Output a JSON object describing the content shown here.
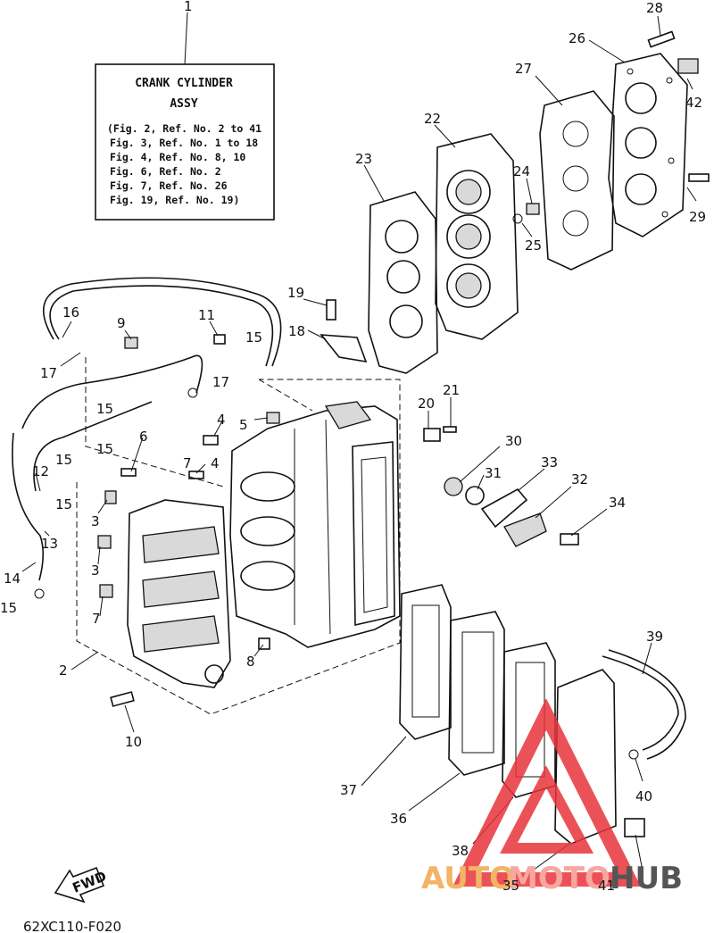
{
  "info_box": {
    "title_line1": "CRANK CYLINDER",
    "title_line2": "ASSY",
    "refs": [
      "(Fig. 2, Ref. No. 2 to 41",
      "Fig. 3, Ref. No. 1 to 18",
      "Fig. 4, Ref. No. 8, 10",
      "Fig. 6, Ref. No. 2",
      "Fig. 7, Ref. No. 26",
      "Fig. 19, Ref. No. 19)"
    ]
  },
  "callouts": {
    "c1": "1",
    "c2": "2",
    "c3a": "3",
    "c3b": "3",
    "c4a": "4",
    "c4b": "4",
    "c5": "5",
    "c6": "6",
    "c7a": "7",
    "c7b": "7",
    "c8": "8",
    "c9": "9",
    "c10": "10",
    "c11": "11",
    "c12": "12",
    "c13": "13",
    "c14": "14",
    "c15a": "15",
    "c15b": "15",
    "c15c": "15",
    "c15d": "15",
    "c15e": "15",
    "c15f": "15",
    "c16": "16",
    "c17a": "17",
    "c17b": "17",
    "c18": "18",
    "c19": "19",
    "c20": "20",
    "c21": "21",
    "c22": "22",
    "c23": "23",
    "c24": "24",
    "c25": "25",
    "c26": "26",
    "c27": "27",
    "c28": "28",
    "c29": "29",
    "c30": "30",
    "c31": "31",
    "c32": "32",
    "c33": "33",
    "c34": "34",
    "c35": "35",
    "c36": "36",
    "c37": "37",
    "c38": "38",
    "c39": "39",
    "c40": "40",
    "c41": "41",
    "c42": "42"
  },
  "fwd_label": "FWD",
  "diagram_code": "62XC110-F020",
  "watermark": {
    "part1": "AUTO",
    "part2": "MOTO",
    "part3": "HUB",
    "color_red": "#e8343a",
    "color_orange": "#f2b466",
    "color_gray": "#555555"
  }
}
